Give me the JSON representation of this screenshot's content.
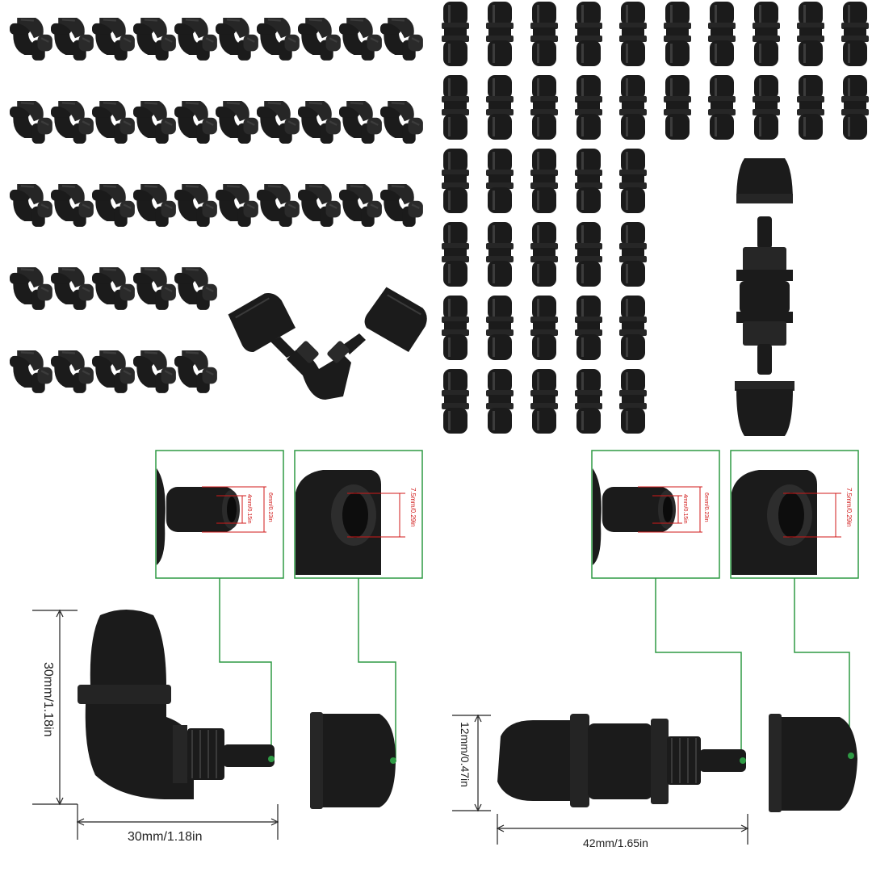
{
  "product_grid": {
    "elbows": {
      "rows": [
        10,
        10,
        10,
        5,
        5
      ]
    },
    "couplings": {
      "rows": [
        10,
        10,
        5,
        5,
        5,
        5
      ]
    }
  },
  "colors": {
    "part": "#1b1b1b",
    "part_highlight": "#3c3c3c",
    "callout_line": "#2e9a44",
    "dimension_red": "#d01818",
    "background": "#ffffff"
  },
  "left_detail": {
    "callout_small": {
      "label_outer": "6mm/0.23in",
      "label_inner": "4mm/0.15in"
    },
    "callout_large": {
      "label": "7.5mm/0.29in"
    },
    "height_label": "30mm/1.18in",
    "width_label": "30mm/1.18in"
  },
  "right_detail": {
    "callout_small": {
      "label_outer": "6mm/0.23in",
      "label_inner": "4mm/0.15in"
    },
    "callout_large": {
      "label": "7.5mm/0.29in"
    },
    "height_label": "12mm/0.47in",
    "width_label": "42mm/1.65in"
  }
}
